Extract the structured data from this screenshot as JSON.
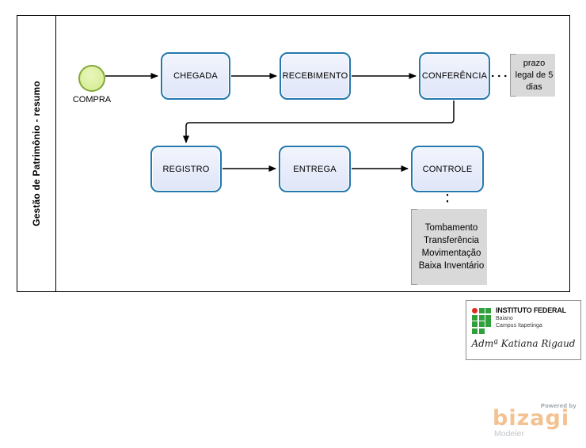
{
  "diagram": {
    "pool_label": "Gestão de Patrimônio - resumo",
    "start_event": {
      "label": "COMPRA"
    },
    "tasks": [
      {
        "id": "chegada",
        "label": "CHEGADA"
      },
      {
        "id": "recebimento",
        "label": "RECEBIMENTO"
      },
      {
        "id": "conferencia",
        "label": "CONFERÊNCIA"
      },
      {
        "id": "registro",
        "label": "REGISTRO"
      },
      {
        "id": "entrega",
        "label": "ENTREGA"
      },
      {
        "id": "controle",
        "label": "CONTROLE"
      }
    ],
    "annotations": [
      {
        "attached_to": "conferencia",
        "text": "prazo legal de 5 dias"
      },
      {
        "attached_to": "controle",
        "lines": [
          "Tombamento",
          "Transferência",
          "Movimentação",
          "Baixa Inventário"
        ]
      }
    ],
    "colors": {
      "task_border": "#2478ae",
      "task_fill": "#e6ebfa",
      "event_border": "#84a838",
      "event_fill": "#d9ee9b",
      "annotation_fill": "#d9d9d9",
      "annotation_bracket": "#9b9b9b",
      "connector": "#000000"
    }
  },
  "signature": {
    "org": "INSTITUTO FEDERAL",
    "org_line2": "Baiano",
    "org_line3": "Campus Itapetinga",
    "author": "Admª Katiana Rigaud",
    "logo_green": "#2fa03c",
    "logo_red": "#de2a1e"
  },
  "watermark": {
    "powered_by": "Powered by",
    "brand": "bizagi",
    "product": "Modeler",
    "brand_color": "#f4c190"
  }
}
